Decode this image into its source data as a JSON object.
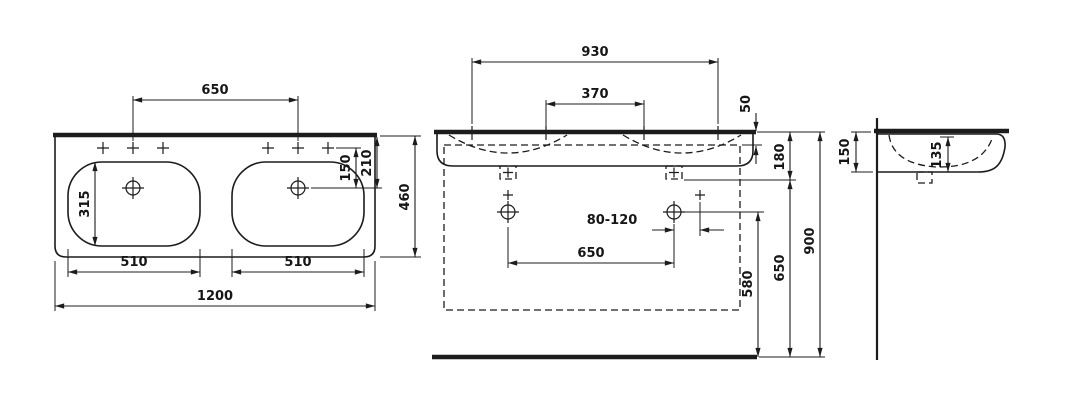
{
  "colors": {
    "ink": "#1c1c1c",
    "background": "#ffffff"
  },
  "plan_view": {
    "tap_spacing": "650",
    "bowl_length": "315",
    "tap_offset": "150",
    "edge_to_tap": "210",
    "overall_depth": "460",
    "bowl_width_left": "510",
    "bowl_width_right": "510",
    "overall_width": "1200"
  },
  "front_view": {
    "outer_tap_span": "930",
    "inner_tap_span": "370",
    "rim_to_cabinet": "50",
    "apron_height": "180",
    "drain_offset_range": "80-120",
    "drain_spacing": "650",
    "connection_height": "580",
    "drain_height": "650",
    "rim_height": "900"
  },
  "side_view": {
    "back_height": "150",
    "bowl_depth": "135"
  }
}
